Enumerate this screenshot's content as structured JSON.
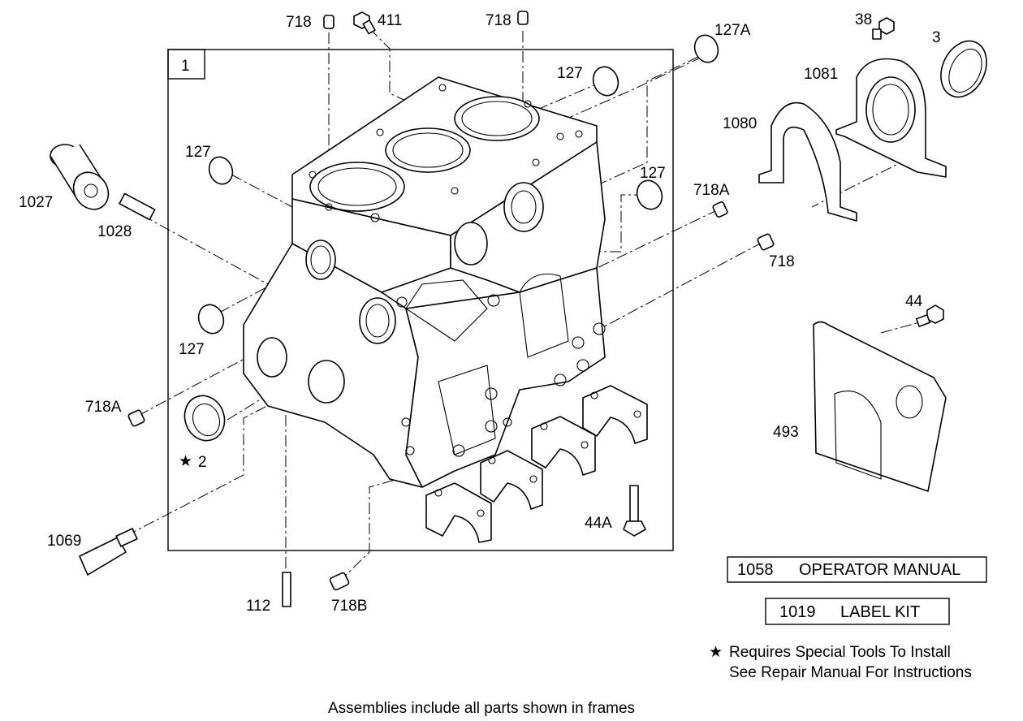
{
  "frame_number": "1",
  "callouts": {
    "p718_top_left": "718",
    "p411": "411",
    "p718_top_right": "718",
    "p127A": "127A",
    "p38": "38",
    "p3": "3",
    "p127_top": "127",
    "p1081": "1081",
    "p1080": "1080",
    "p127_left": "127",
    "p127_right": "127",
    "p1027": "1027",
    "p718A_right": "718A",
    "p1028": "1028",
    "p718_right": "718",
    "p44": "44",
    "p127_bottom_left": "127",
    "p718A_left": "718A",
    "p493": "493",
    "p2": "2",
    "p44A": "44A",
    "p1069": "1069",
    "p112": "112",
    "p718B": "718B"
  },
  "kit_boxes": [
    {
      "number": "1058",
      "label": "OPERATOR MANUAL"
    },
    {
      "number": "1019",
      "label": "LABEL KIT"
    }
  ],
  "notes": {
    "star_symbol": "★",
    "special_tools_line1": "Requires Special Tools To Install",
    "special_tools_line2": "See Repair Manual For Instructions",
    "footer": "Assemblies include all parts shown in frames"
  }
}
